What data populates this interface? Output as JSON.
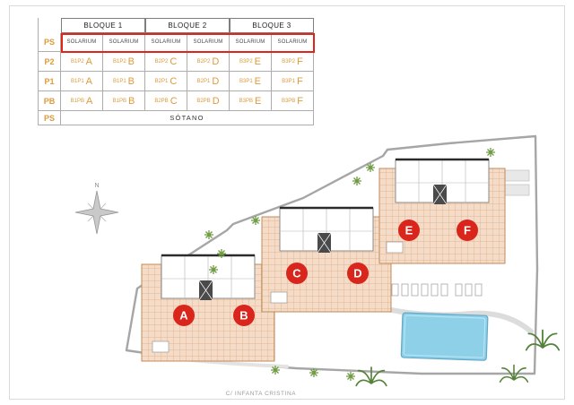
{
  "colors": {
    "accent_orange": "#DC9A3C",
    "marker_red": "#D9251B",
    "highlight_red": "#E2231A",
    "pool_blue": "#8FD0E9",
    "plant_green": "#6E9A40",
    "tile_fill": "#F5DCC8",
    "tile_line": "#DDA97C",
    "boundary_gray": "#A6A6A6"
  },
  "table": {
    "block_headers": [
      "BLOQUE 1",
      "BLOQUE 2",
      "BLOQUE 3"
    ],
    "floor_labels": [
      "PS",
      "P2",
      "P1",
      "PB",
      "PS"
    ],
    "solarium_cells": [
      "SOLARIUM",
      "SOLARIUM",
      "SOLARIUM",
      "SOLARIUM",
      "SOLARIUM",
      "SOLARIUM"
    ],
    "unit_rows": [
      {
        "label": "P2",
        "cells": [
          {
            "code": "B1P2",
            "letter": "A"
          },
          {
            "code": "B1P2",
            "letter": "B"
          },
          {
            "code": "B2P2",
            "letter": "C"
          },
          {
            "code": "B2P2",
            "letter": "D"
          },
          {
            "code": "B3P2",
            "letter": "E"
          },
          {
            "code": "B3P2",
            "letter": "F"
          }
        ]
      },
      {
        "label": "P1",
        "cells": [
          {
            "code": "B1P1",
            "letter": "A"
          },
          {
            "code": "B1P1",
            "letter": "B"
          },
          {
            "code": "B2P1",
            "letter": "C"
          },
          {
            "code": "B2P1",
            "letter": "D"
          },
          {
            "code": "B3P1",
            "letter": "E"
          },
          {
            "code": "B3P1",
            "letter": "F"
          }
        ]
      },
      {
        "label": "PB",
        "cells": [
          {
            "code": "B1PB",
            "letter": "A"
          },
          {
            "code": "B1PB",
            "letter": "B"
          },
          {
            "code": "B2PB",
            "letter": "C"
          },
          {
            "code": "B2PB",
            "letter": "D"
          },
          {
            "code": "B3PB",
            "letter": "E"
          },
          {
            "code": "B3PB",
            "letter": "F"
          }
        ]
      }
    ],
    "basement_label": "SÓTANO"
  },
  "plan": {
    "markers": [
      {
        "letter": "A"
      },
      {
        "letter": "B"
      },
      {
        "letter": "C"
      },
      {
        "letter": "D"
      },
      {
        "letter": "E"
      },
      {
        "letter": "F"
      }
    ],
    "street_label": "C/ INFANTA CRISTINA",
    "compass_label": "N"
  }
}
